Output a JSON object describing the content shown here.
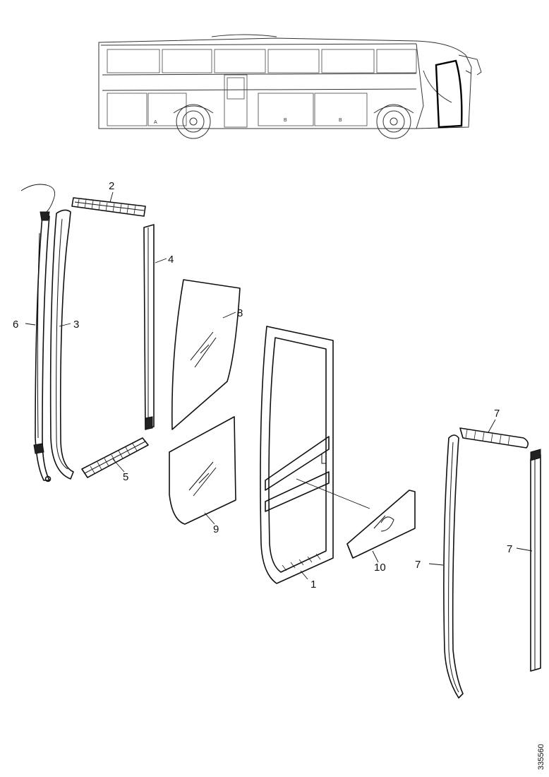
{
  "figure_id": "335560",
  "overview": {
    "panel_letters": [
      "A",
      "B",
      "B"
    ]
  },
  "callouts": {
    "c1": "1",
    "c2": "2",
    "c3": "3",
    "c4": "4",
    "c5": "5",
    "c6": "6",
    "c7a": "7",
    "c7b": "7",
    "c7c": "7",
    "c8": "8",
    "c9": "9",
    "c10": "10"
  }
}
